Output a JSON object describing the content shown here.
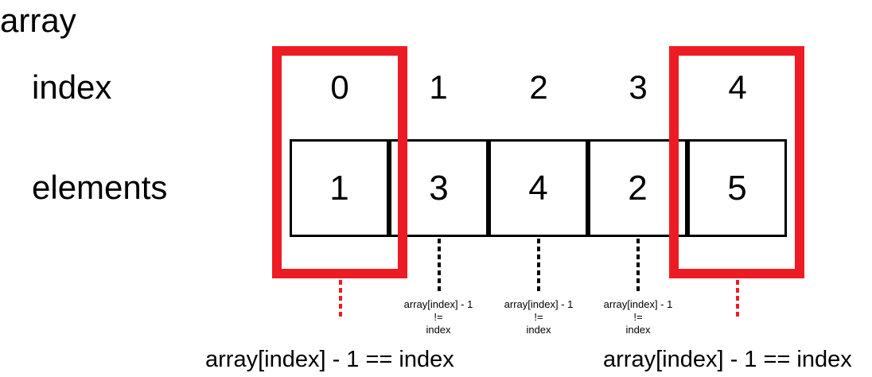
{
  "title": "array",
  "row_labels": {
    "index": "index",
    "elements": "elements"
  },
  "indices": [
    "0",
    "1",
    "2",
    "3",
    "4"
  ],
  "elements": [
    "1",
    "3",
    "4",
    "2",
    "5"
  ],
  "highlight_color": "#ed1c24",
  "notes": [
    {
      "line1": "array[index] - 1",
      "line2": "!=",
      "line3": "index"
    },
    {
      "line1": "array[index] - 1",
      "line2": "!=",
      "line3": "index"
    },
    {
      "line1": "array[index] - 1",
      "line2": "!=",
      "line3": "index"
    }
  ],
  "match_labels": [
    "array[index] - 1 == index",
    "array[index] - 1 == index"
  ]
}
